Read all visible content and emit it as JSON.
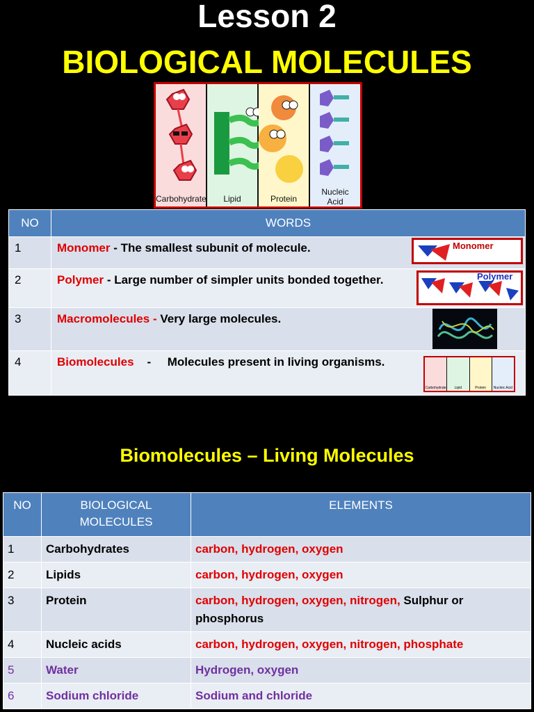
{
  "header": {
    "lesson": "Lesson 2",
    "title": "BIOLOGICAL MOLECULES"
  },
  "hero": {
    "labels": [
      "Carbohydrate",
      "Lipid",
      "Protein",
      "Nucleic\nAcid"
    ]
  },
  "words_table": {
    "headers": [
      "NO",
      "WORDS"
    ],
    "rows": [
      {
        "no": "1",
        "term": "Monomer",
        "def": " - The smallest subunit of molecule.",
        "thumb": "Monomer"
      },
      {
        "no": "2",
        "term": "Polymer",
        "def": " - Large number of simpler units bonded together.",
        "thumb": "Polymer"
      },
      {
        "no": "3",
        "term": "Macromolecules -",
        "def": " Very large molecules.",
        "thumb": ""
      },
      {
        "no": "4",
        "term": "Biomolecules",
        "def": "    -     Molecules present in living organisms.",
        "thumb": ""
      }
    ],
    "mini_labels": [
      "Carbohydrate",
      "Lipid",
      "Protein",
      "Nucleic Acid"
    ]
  },
  "subtitle": "Biomolecules – Living Molecules",
  "bio_table": {
    "headers": [
      "NO",
      "BIOLOGICAL MOLECULES",
      "ELEMENTS"
    ],
    "rows": [
      {
        "no": "1",
        "molecule": "Carbohydrates",
        "elements_red": "carbon, hydrogen, oxygen",
        "elements_black": ""
      },
      {
        "no": "2",
        "molecule": "Lipids",
        "elements_red": "carbon, hydrogen, oxygen",
        "elements_black": ""
      },
      {
        "no": "3",
        "molecule": "Protein",
        "elements_red": "carbon, hydrogen, oxygen, nitrogen,",
        "elements_black": " Sulphur or phosphorus"
      },
      {
        "no": "4",
        "molecule": "Nucleic acids",
        "elements_red": "carbon, hydrogen, oxygen, nitrogen, phosphate",
        "elements_black": ""
      },
      {
        "no": "5",
        "molecule": "Water",
        "elements_red": "",
        "elements_black": "Hydrogen, oxygen"
      },
      {
        "no": "6",
        "molecule": "Sodium chloride",
        "elements_red": "",
        "elements_black": "Sodium and chloride"
      }
    ]
  },
  "colors": {
    "header_blue": "#4f81bd",
    "title_yellow": "#ffff00",
    "term_red": "#e00000",
    "purple": "#7030a0"
  }
}
